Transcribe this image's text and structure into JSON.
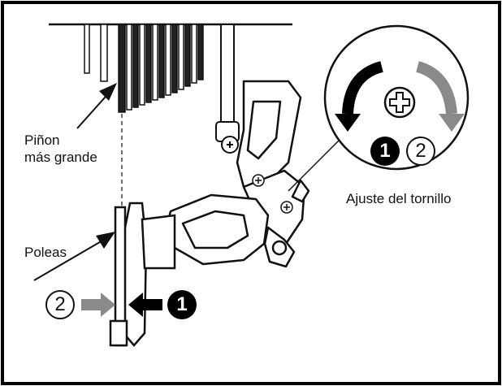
{
  "labels": {
    "largest_cog_line1": "Piñon",
    "largest_cog_line2": "más grande",
    "pulleys": "Poleas",
    "screw_adjust": "Ajuste del tornillo"
  },
  "markers": {
    "one": "1",
    "two": "2"
  },
  "colors": {
    "ink": "#111111",
    "gray_arrow": "#8a8a8a",
    "frame": "#000000"
  },
  "icons": [
    "counterclockwise-arrow-icon",
    "clockwise-arrow-icon",
    "phillips-screw-icon"
  ]
}
